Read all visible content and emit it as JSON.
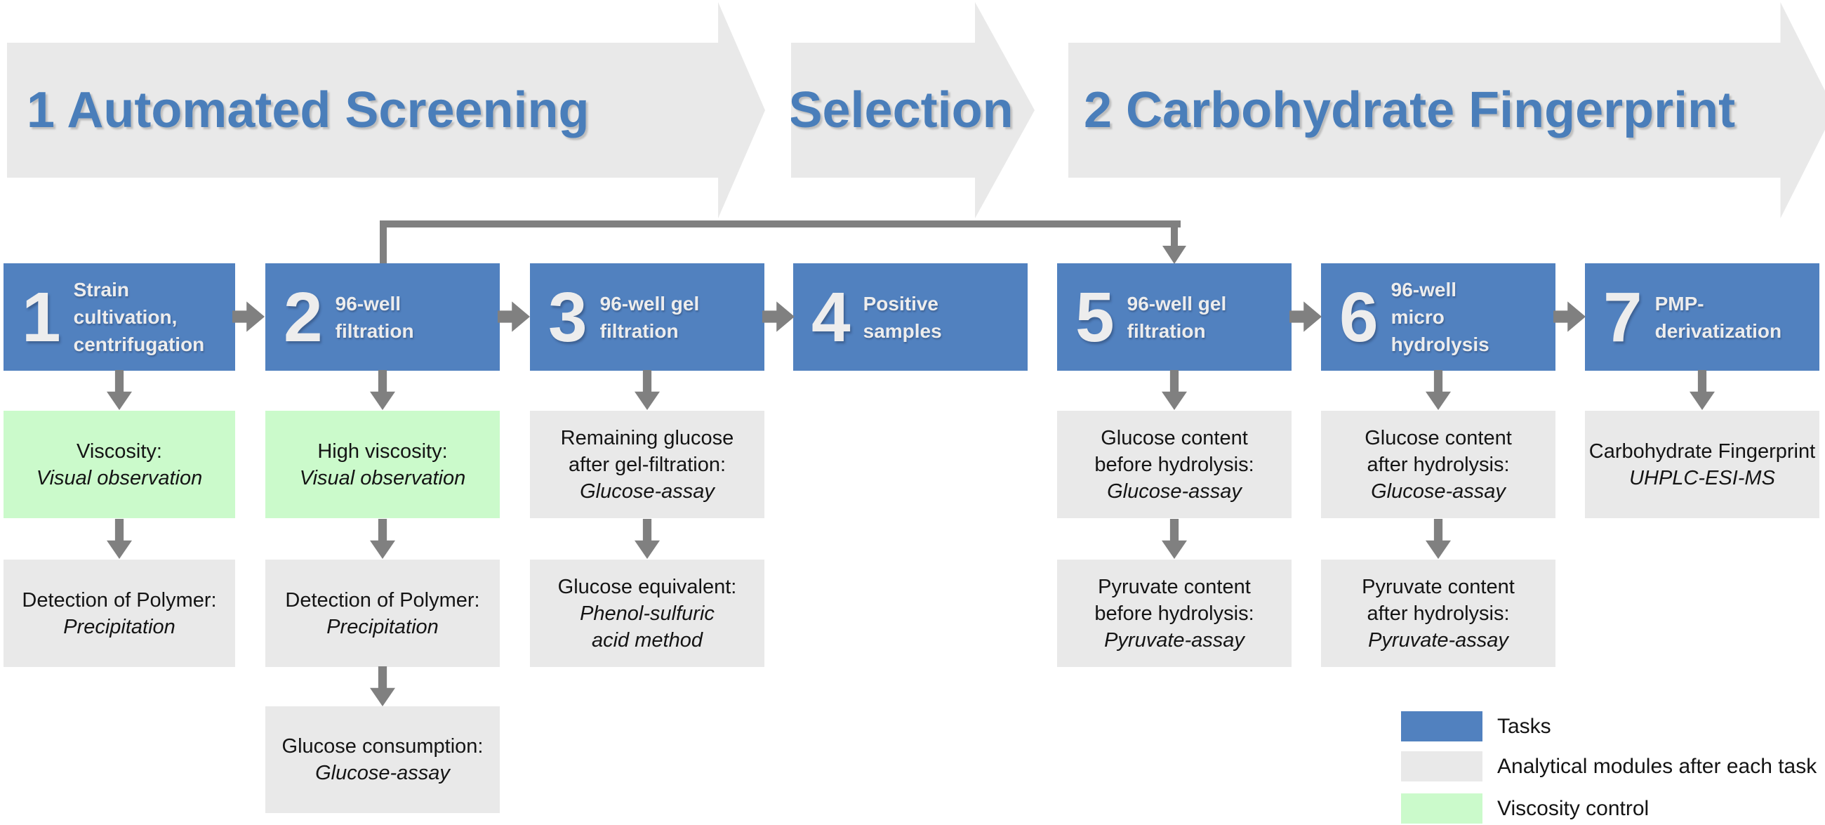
{
  "banners": [
    {
      "label": "1 Automated Screening"
    },
    {
      "label": "Selection"
    },
    {
      "label": "2 Carbohydrate Fingerprint"
    }
  ],
  "tasks": [
    {
      "number": "1",
      "label": "Strain\ncultivation,\ncentrifugation"
    },
    {
      "number": "2",
      "label": "96-well\nfiltration"
    },
    {
      "number": "3",
      "label": "96-well gel\nfiltration"
    },
    {
      "number": "4",
      "label": "Positive\nsamples"
    },
    {
      "number": "5",
      "label": "96-well gel\nfiltration"
    },
    {
      "number": "6",
      "label": "96-well\nmicro\nhydrolysis"
    },
    {
      "number": "7",
      "label": "PMP-\nderivatization"
    }
  ],
  "modules": {
    "viscosity": {
      "title": "Viscosity:",
      "method": "Visual observation"
    },
    "high_viscosity": {
      "title": "High viscosity:",
      "method": "Visual observation"
    },
    "remaining_glucose": {
      "title": "Remaining glucose\nafter gel-filtration:",
      "method": "Glucose-assay"
    },
    "glucose_before": {
      "title": "Glucose content\nbefore hydrolysis:",
      "method": "Glucose-assay"
    },
    "glucose_after": {
      "title": "Glucose content\nafter hydrolysis:",
      "method": "Glucose-assay"
    },
    "fingerprint": {
      "title": "Carbohydrate Fingerprint",
      "method": "UHPLC-ESI-MS"
    },
    "detection_1": {
      "title": "Detection of Polymer:",
      "method": "Precipitation"
    },
    "detection_2": {
      "title": "Detection of Polymer:",
      "method": "Precipitation"
    },
    "glucose_equivalent": {
      "title": "Glucose equivalent:",
      "method": "Phenol-sulfuric\nacid method"
    },
    "pyruvate_before": {
      "title": "Pyruvate content\nbefore hydrolysis:",
      "method": "Pyruvate-assay"
    },
    "pyruvate_after": {
      "title": "Pyruvate content\nafter hydrolysis:",
      "method": "Pyruvate-assay"
    },
    "glucose_consumption": {
      "title": "Glucose consumption:",
      "method": "Glucose-assay"
    }
  },
  "legend": {
    "items": [
      {
        "label": "Tasks",
        "color": "#5181bf"
      },
      {
        "label": "Analytical modules after each task",
        "color": "#e9e9e9"
      },
      {
        "label": "Viscosity control",
        "color": "#cbfacb"
      }
    ]
  },
  "colors": {
    "task_blue": "#5181bf",
    "module_gray": "#e9e9e9",
    "viscosity_green": "#cbfacb",
    "banner_gray": "#e9e9e9",
    "banner_text_blue": "#4a7eba",
    "arrow_gray": "#808080"
  }
}
